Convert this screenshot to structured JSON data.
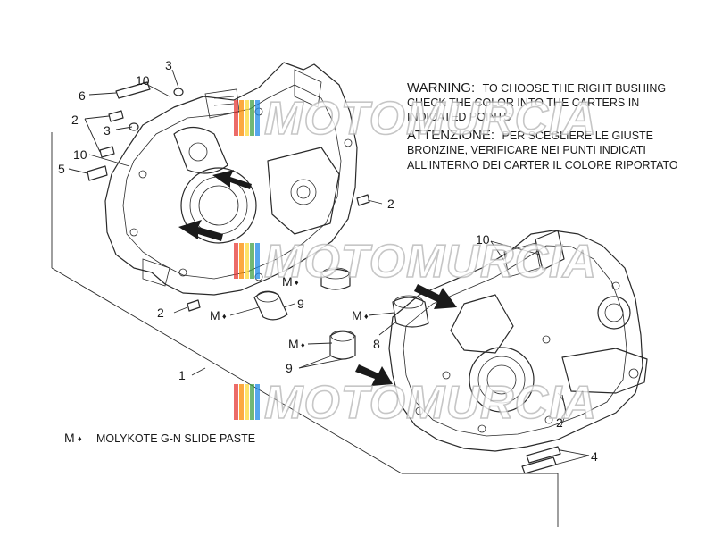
{
  "diagram": {
    "warning": {
      "title_en": "WARNING:",
      "body_en_1": "TO CHOOSE THE RIGHT BUSHING",
      "body_en_2": "CHECK THE COLOR INTO THE CARTERS IN",
      "body_en_3": "INDICATED POINTS",
      "title_it": "ATTENZIONE:",
      "body_it_1": "PER SCEGLIERE LE GIUSTE",
      "body_it_2": "BRONZINE, VERIFICARE NEI PUNTI INDICATI",
      "body_it_3": "ALL'INTERNO DEI CARTER IL COLORE RIPORTATO"
    },
    "legend": {
      "symbol": "M",
      "text": "MOLYKOTE G-N SLIDE PASTE"
    },
    "watermark": "MOTOMURCIA",
    "watermark_colors": [
      "#e53935",
      "#fb8c00",
      "#fdd835",
      "#43a047",
      "#1e88e5"
    ],
    "callouts": {
      "c1": "1",
      "c2a": "2",
      "c2b": "2",
      "c2c": "2",
      "c2d": "2",
      "c3a": "3",
      "c3b": "3",
      "c4": "4",
      "c5": "5",
      "c6": "6",
      "c8": "8",
      "c9a": "9",
      "c9b": "9",
      "c10a": "10",
      "c10b": "10",
      "c10c": "10",
      "m1": "M",
      "m2": "M",
      "m3": "M",
      "m4": "M"
    }
  }
}
